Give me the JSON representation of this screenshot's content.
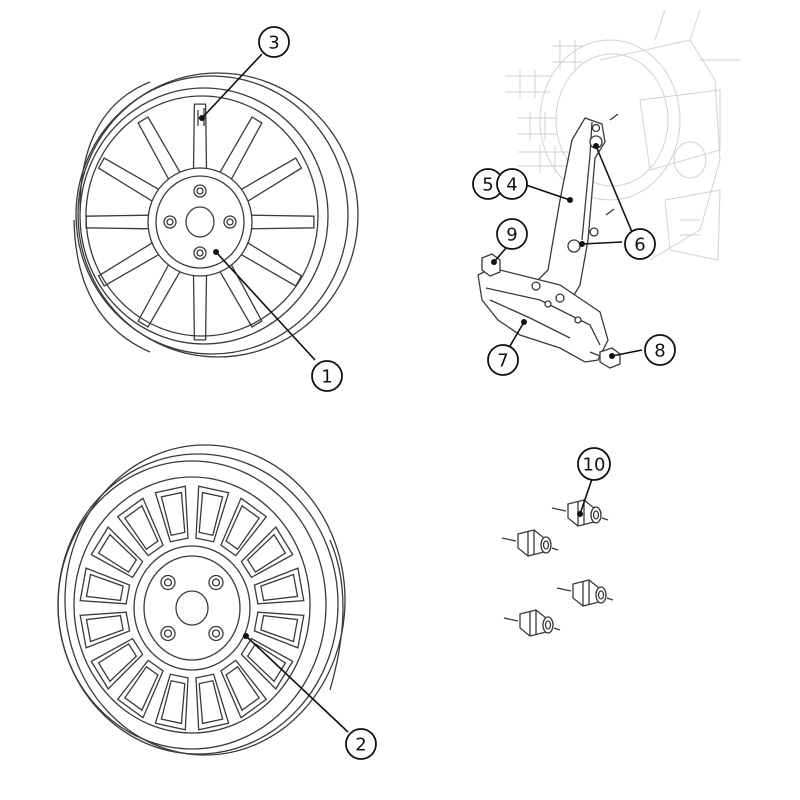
{
  "callouts": [
    {
      "id": "1",
      "label": "1"
    },
    {
      "id": "2",
      "label": "2"
    },
    {
      "id": "3",
      "label": "3"
    },
    {
      "id": "4",
      "label": "4"
    },
    {
      "id": "5",
      "label": "5"
    },
    {
      "id": "6",
      "label": "6"
    },
    {
      "id": "7",
      "label": "7"
    },
    {
      "id": "8",
      "label": "8"
    },
    {
      "id": "9",
      "label": "9"
    },
    {
      "id": "10",
      "label": "10"
    }
  ],
  "colors": {
    "line": "#3a3a3a",
    "faint": "#d2d2d2",
    "callout": "#111111",
    "background": "#ffffff"
  }
}
